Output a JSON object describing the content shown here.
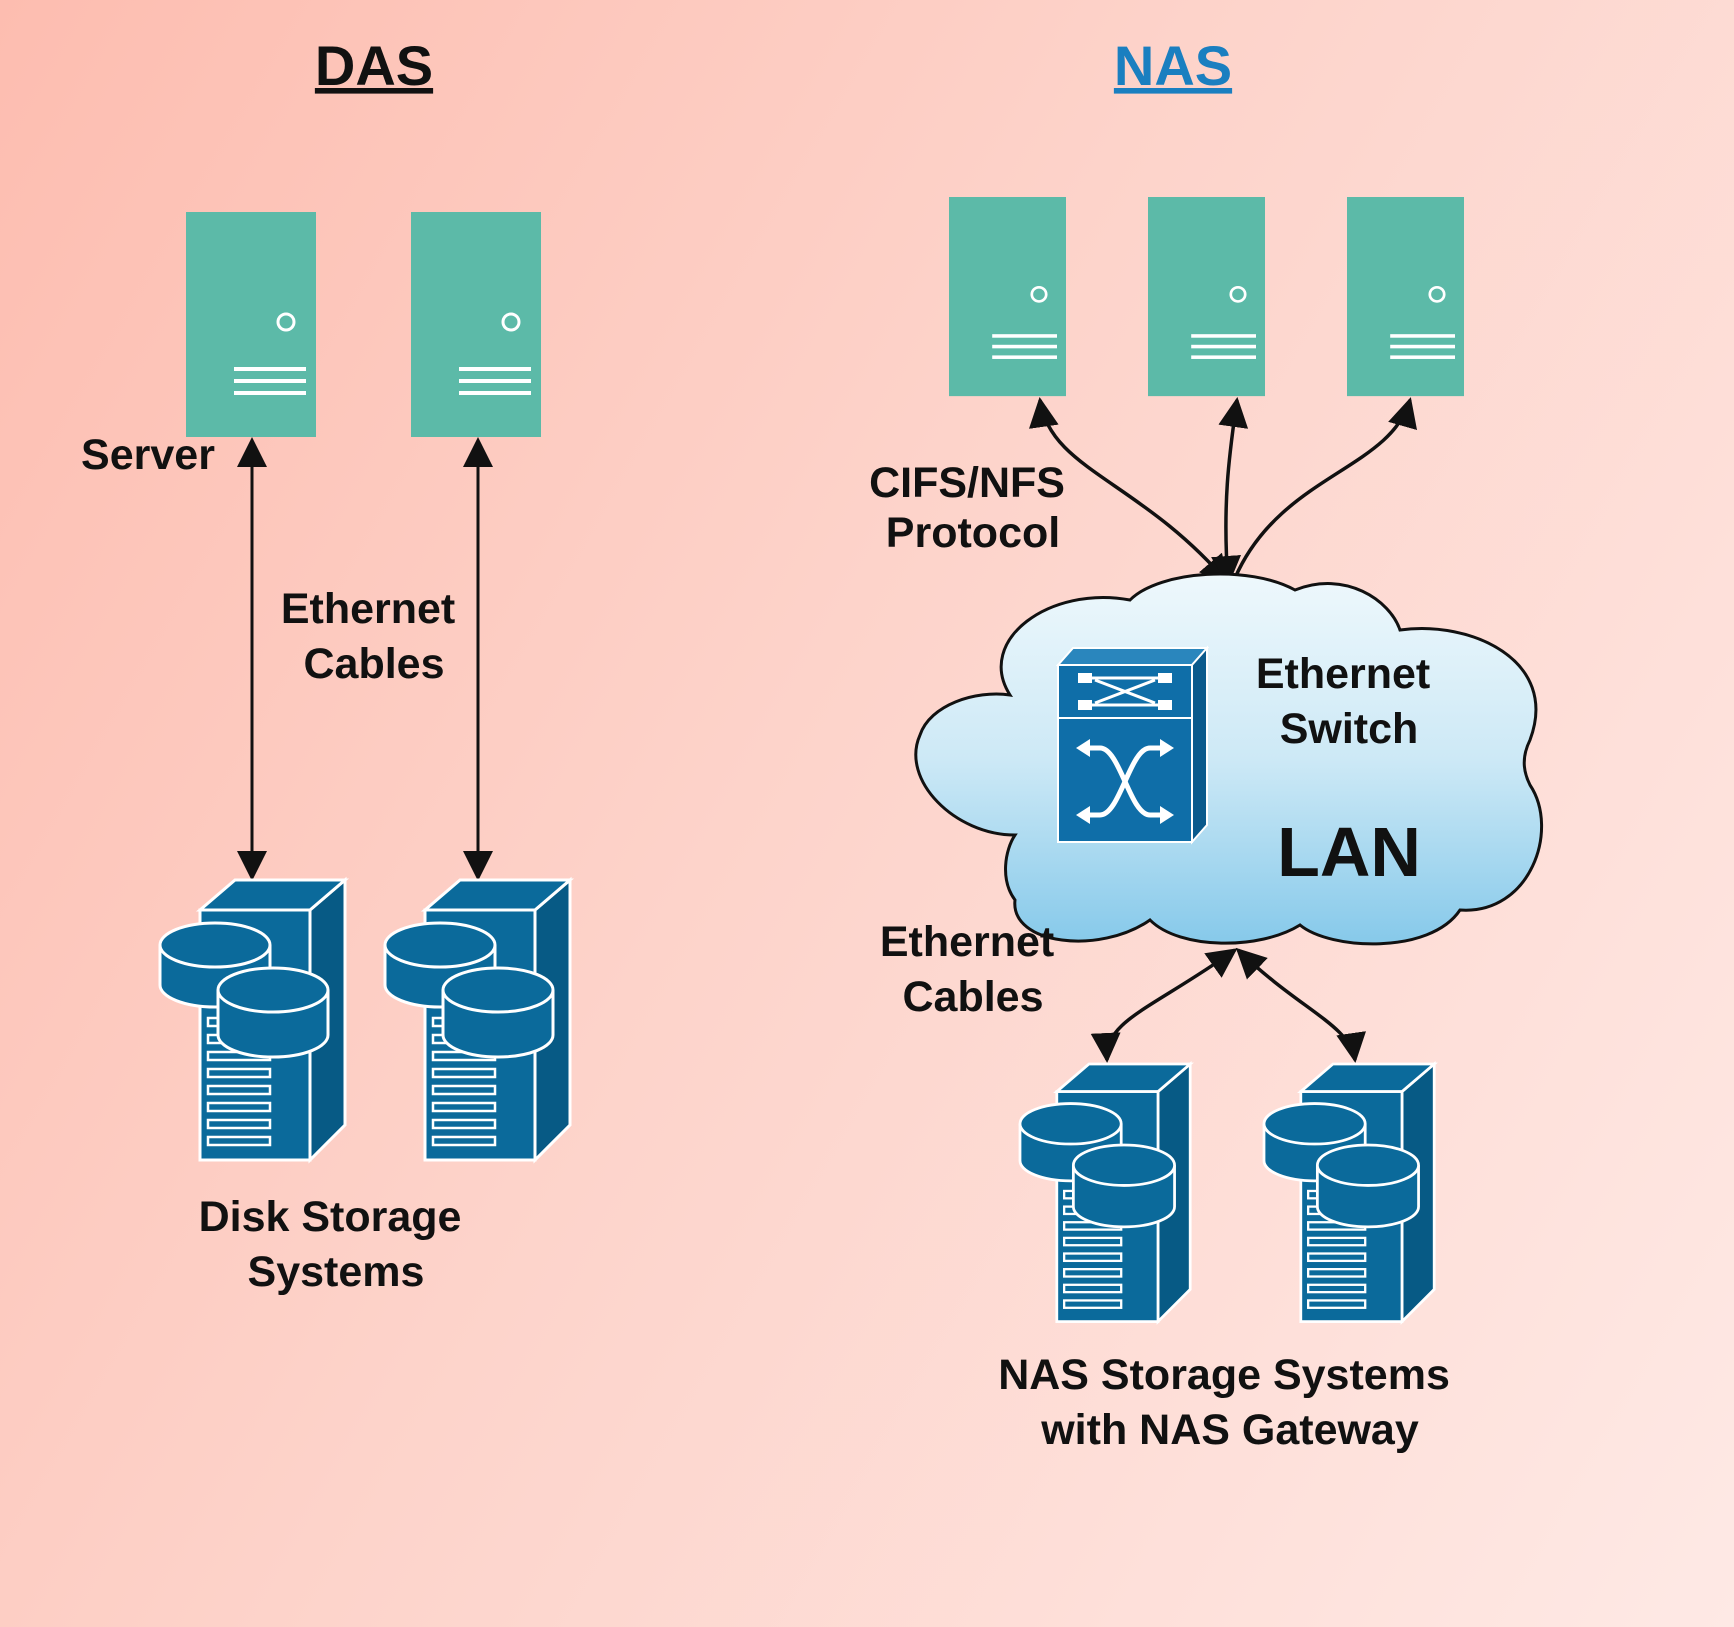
{
  "das": {
    "heading": "DAS",
    "server_label": "Server",
    "cable_label": [
      "Ethernet",
      "Cables"
    ],
    "storage_label": [
      "Disk Storage",
      "Systems"
    ]
  },
  "nas": {
    "heading": "NAS",
    "protocol_label": [
      "CIFS/NFS",
      "Protocol"
    ],
    "switch_label": [
      "Ethernet",
      "Switch"
    ],
    "lan_label": "LAN",
    "cable_label": [
      "Ethernet",
      "Cables"
    ],
    "storage_label": [
      "NAS Storage Systems",
      "with NAS Gateway"
    ]
  },
  "colors": {
    "das_heading": "#111111",
    "nas_heading": "#1a7fc0",
    "server": "#5cbaa8",
    "storage": "#0b6a9b",
    "switch": "#0f6ea8",
    "cloud_top": "#e3f4fb",
    "cloud_bottom": "#86c9ea"
  },
  "icons": [
    "server-icon",
    "disk-storage-icon",
    "ethernet-switch-icon",
    "lan-cloud-icon"
  ]
}
